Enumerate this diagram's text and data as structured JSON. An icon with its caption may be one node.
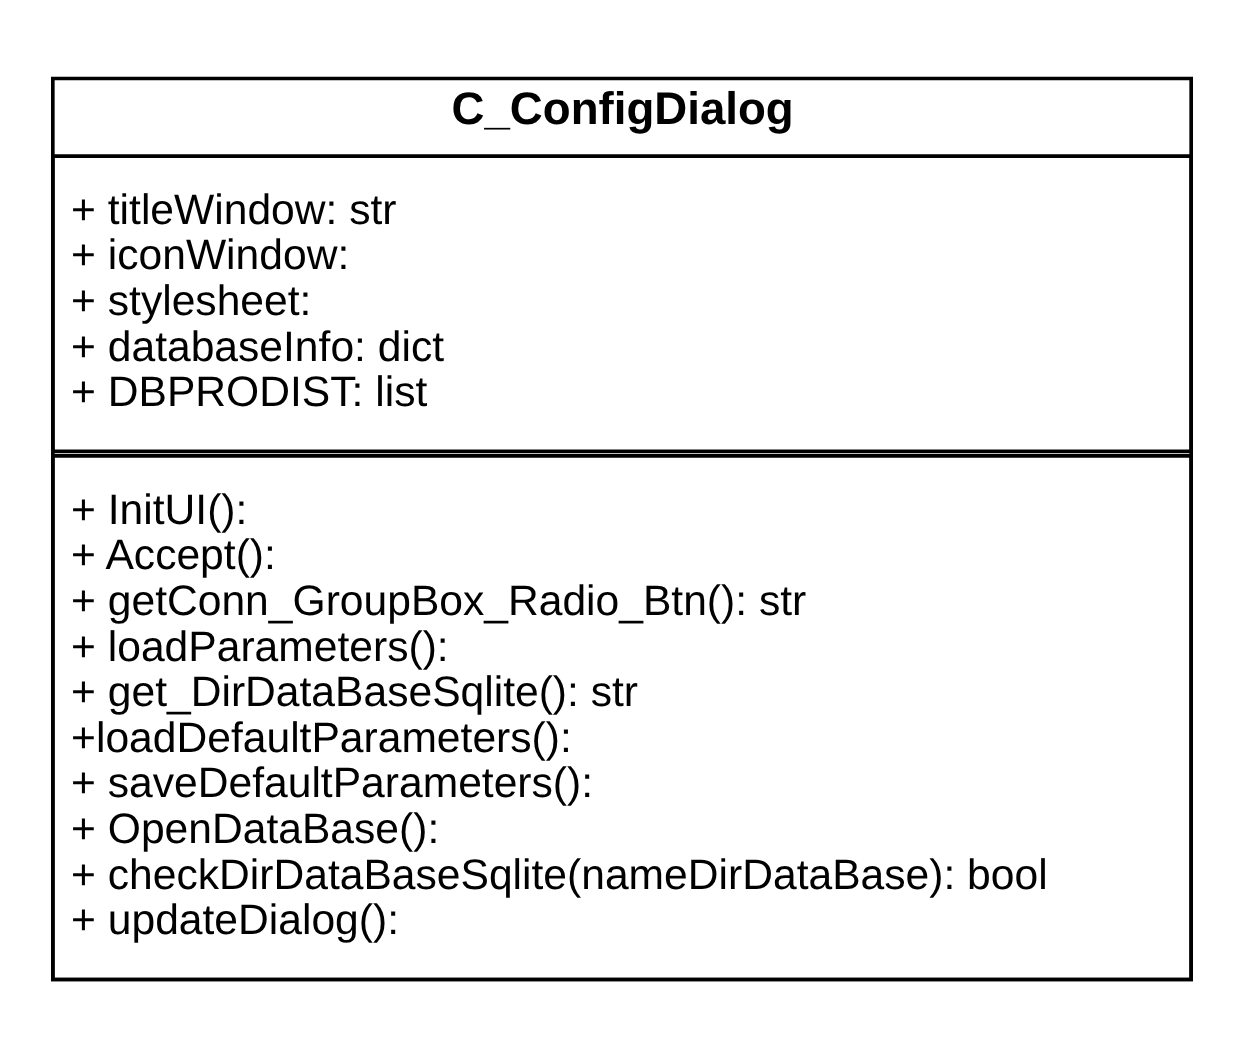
{
  "diagram": {
    "nodes": [
      {
        "text": [
          "C_ConfigDialog"
        ]
      },
      {
        "text": [
          "+ titleWindow: str",
          "+ iconWindow:",
          "+ stylesheet:",
          "+ databaseInfo: dict",
          "+ DBPRODIST: list"
        ],
        "in": 0
      },
      {
        "text": [
          "+ InitUI():",
          "+ Accept():",
          "+ getConn_GroupBox_Radio_Btn(): str",
          "+ loadParameters():",
          "+ get_DirDataBaseSqlite(): str",
          "+loadDefaultParameters():",
          "+ saveDefaultParameters():",
          "+ OpenDataBase():",
          "+ checkDirDataBaseSqlite(nameDirDataBase): bool",
          "+ updateDialog():"
        ],
        "in": 0
      }
    ]
  }
}
